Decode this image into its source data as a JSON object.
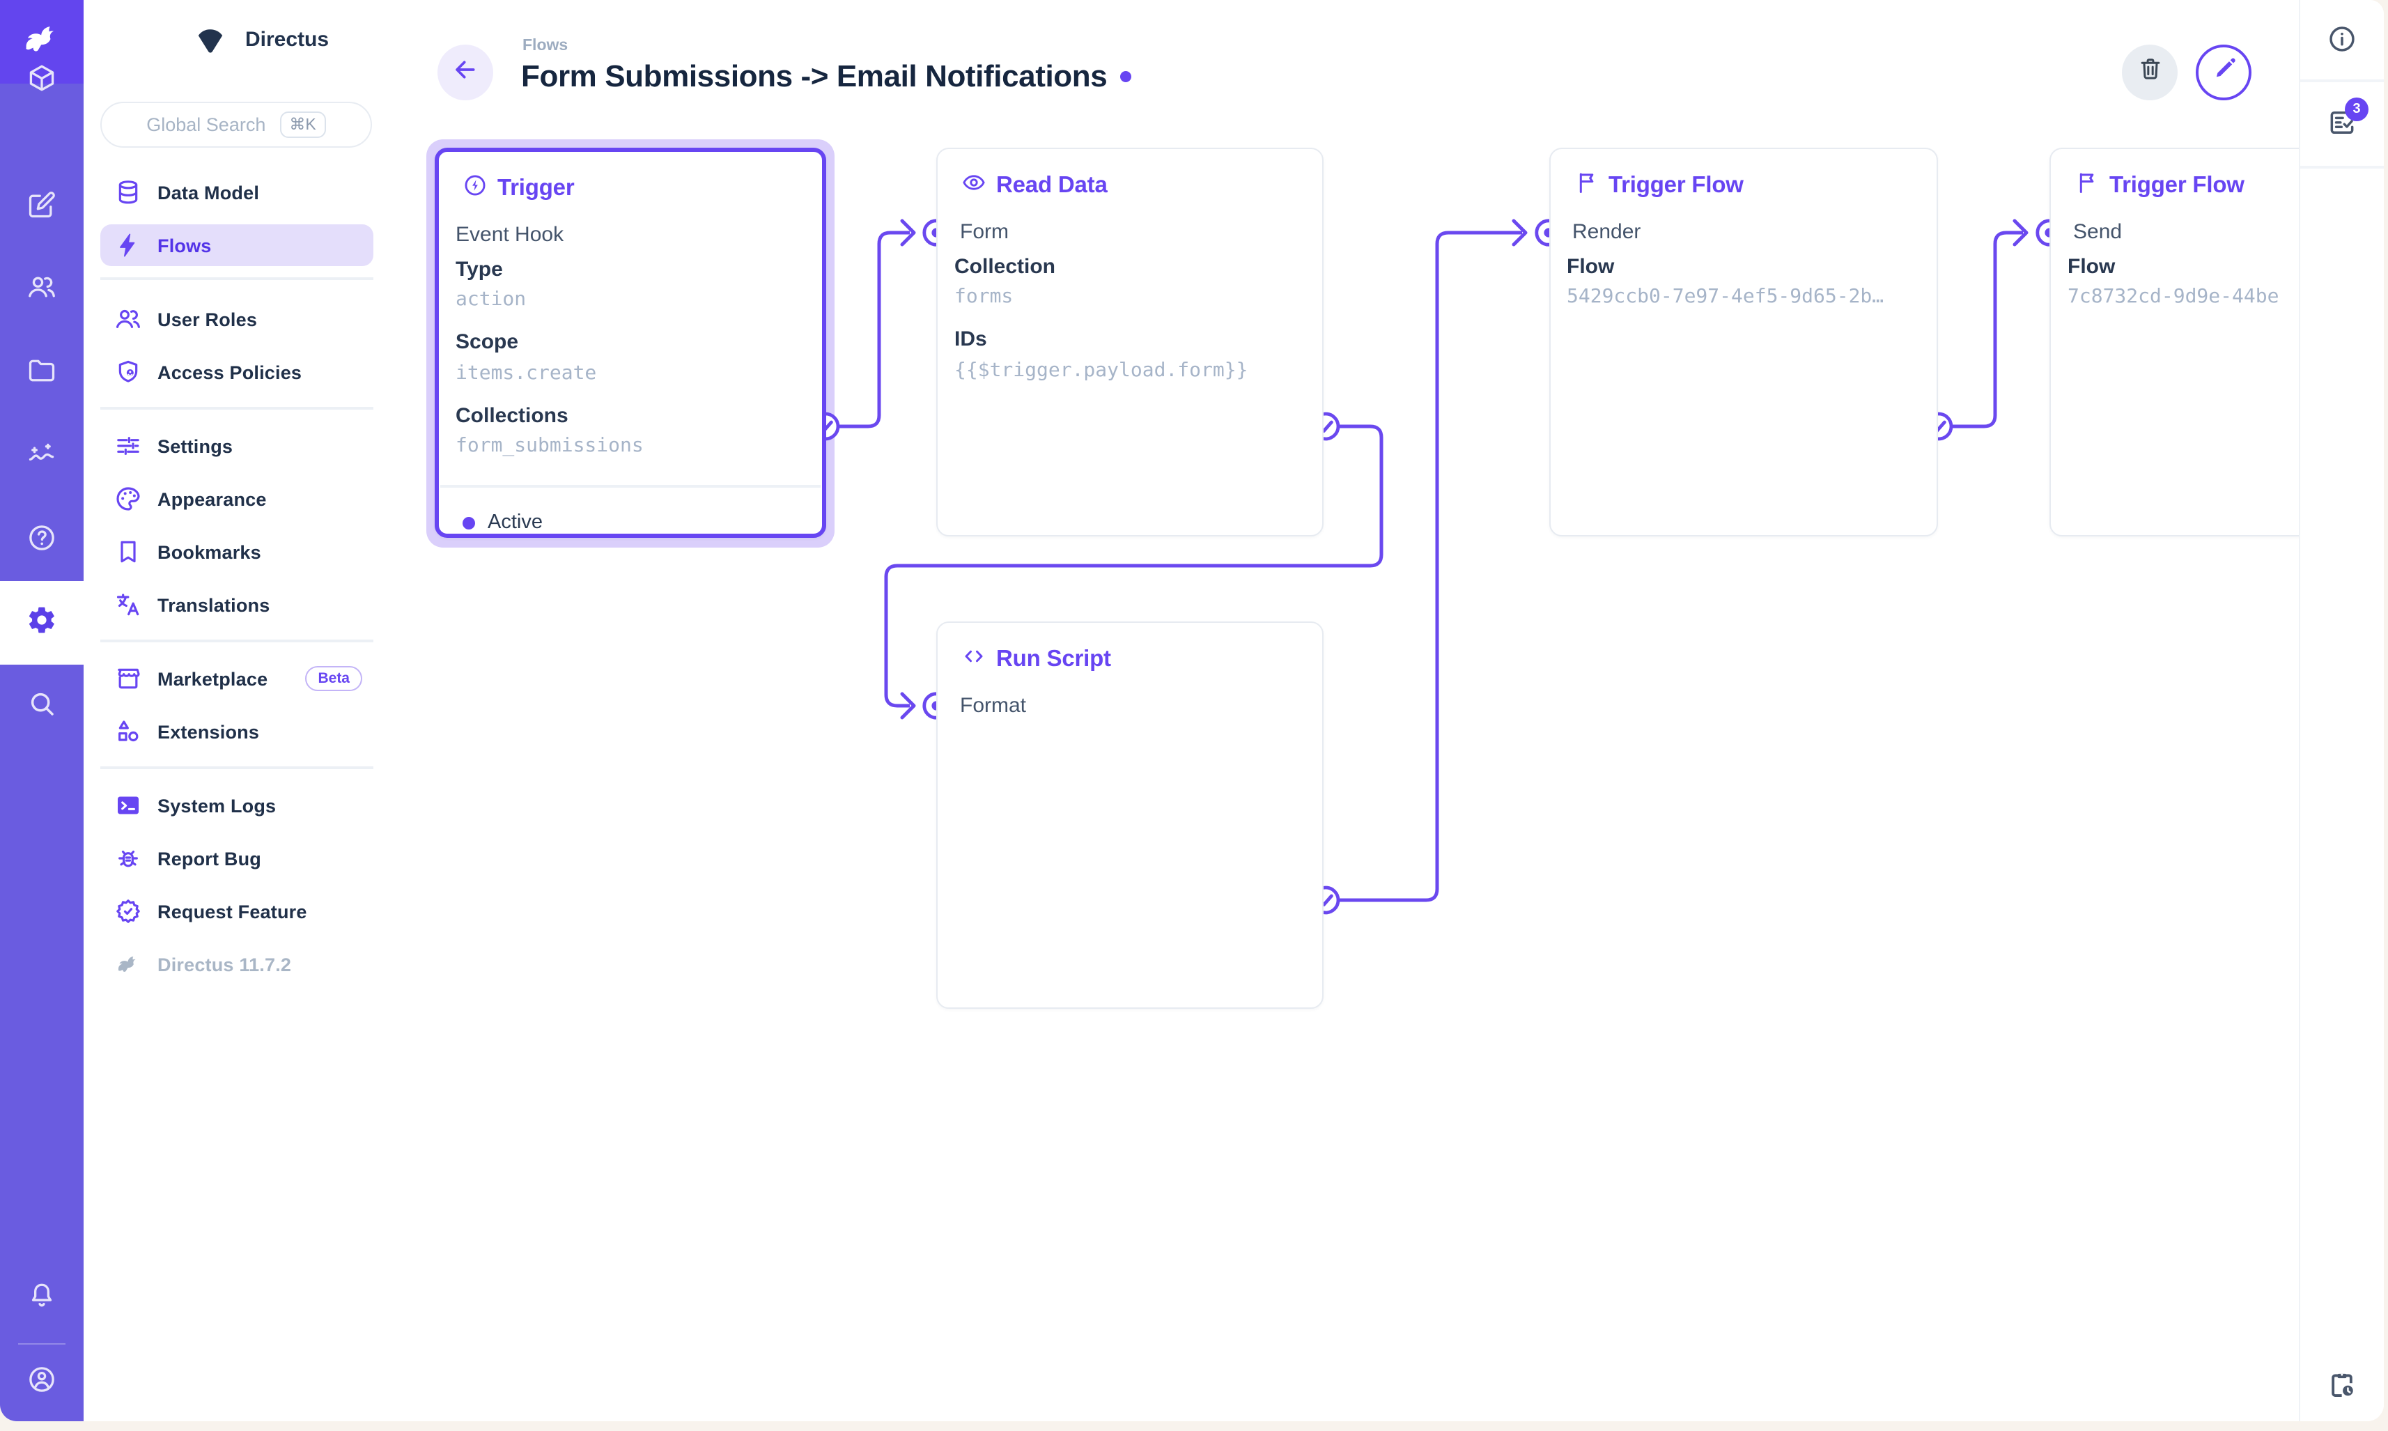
{
  "app": {
    "project_name": "Directus",
    "version": "Directus 11.7.2"
  },
  "search": {
    "placeholder": "Global Search",
    "shortcut": "⌘K"
  },
  "sidebar": {
    "items": [
      {
        "label": "Data Model"
      },
      {
        "label": "Flows"
      },
      {
        "label": "User Roles"
      },
      {
        "label": "Access Policies"
      },
      {
        "label": "Settings"
      },
      {
        "label": "Appearance"
      },
      {
        "label": "Bookmarks"
      },
      {
        "label": "Translations"
      },
      {
        "label": "Marketplace",
        "badge": "Beta"
      },
      {
        "label": "Extensions"
      },
      {
        "label": "System Logs"
      },
      {
        "label": "Report Bug"
      },
      {
        "label": "Request Feature"
      }
    ]
  },
  "header": {
    "breadcrumb": "Flows",
    "title": "Form Submissions -> Email Notifications"
  },
  "right_sidebar": {
    "notifications_count": "3"
  },
  "flow": {
    "trigger": {
      "title": "Trigger",
      "type_label": "Event Hook",
      "fields": [
        {
          "label": "Type",
          "value": "action"
        },
        {
          "label": "Scope",
          "value": "items.create"
        },
        {
          "label": "Collections",
          "value": "form_submissions"
        }
      ],
      "status": "Active"
    },
    "read_data": {
      "title": "Read Data",
      "input": "Form",
      "fields": [
        {
          "label": "Collection",
          "value": "forms"
        },
        {
          "label": "IDs",
          "value": "{{$trigger.payload.form}}"
        }
      ]
    },
    "run_script": {
      "title": "Run Script",
      "input": "Format"
    },
    "trigger_flow_render": {
      "title": "Trigger Flow",
      "input": "Render",
      "fields": [
        {
          "label": "Flow",
          "value": "5429ccb0-7e97-4ef5-9d65-2b…"
        }
      ]
    },
    "trigger_flow_send": {
      "title": "Trigger Flow",
      "input": "Send",
      "fields": [
        {
          "label": "Flow",
          "value": "7c8732cd-9d9e-44be"
        }
      ]
    }
  },
  "colors": {
    "accent": "#6745F2",
    "module_bar": "#6A5CE0",
    "logo_bg": "#6345EE",
    "active_pill": "#E4DEFB",
    "trigger_halo": "#DACFFB",
    "mono_text": "#A6B4C8"
  }
}
